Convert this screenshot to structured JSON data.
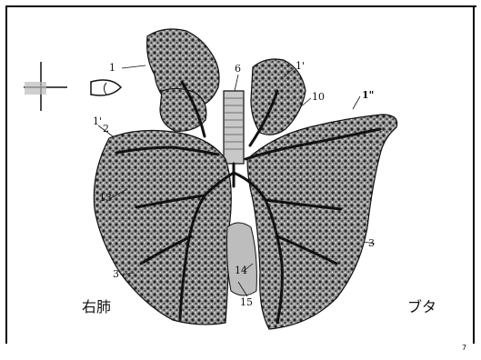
{
  "figure": {
    "right_caption": "右肺",
    "left_caption": "ブタ",
    "page_number": "7",
    "callouts": {
      "c1": "1",
      "c6": "6",
      "c1p_top": "1'",
      "c10": "10",
      "c1pp": "1\"",
      "c1p_left": "1'",
      "c2": "2",
      "c13": "13",
      "c3_right": "3",
      "c3_left": "3",
      "c14": "14",
      "c15": "15"
    },
    "colors": {
      "ink": "#111111",
      "lung_fill": "#8a8a8a",
      "background": "#ffffff"
    },
    "icons": [
      "orientation-cross-icon",
      "snout-icon"
    ]
  }
}
